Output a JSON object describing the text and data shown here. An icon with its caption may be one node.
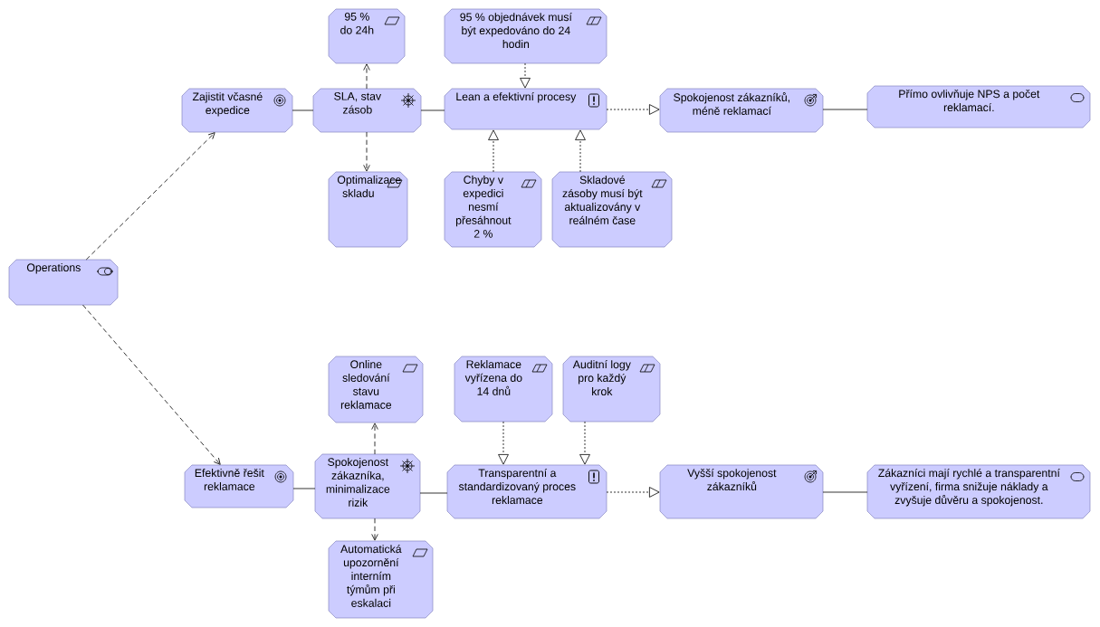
{
  "diagram": {
    "nodes": [
      {
        "text": [
          "Operations"
        ]
      },
      {
        "text": [
          "Zajistit včasné expedice"
        ]
      },
      {
        "text": [
          "SLA, stav zásob"
        ]
      },
      {
        "text": [
          "95 % do 24h"
        ]
      },
      {
        "text": [
          "Optimalizace skladu"
        ]
      },
      {
        "text": [
          "95 % objednávek musí být expedováno do 24 hodin"
        ]
      },
      {
        "text": [
          "Lean a efektivní procesy"
        ]
      },
      {
        "text": [
          "Chyby v expedici nesmí přesáhnout 2 %"
        ]
      },
      {
        "text": [
          "Skladové zásoby musí být aktualizovány v reálném čase"
        ]
      },
      {
        "text": [
          "Spokojenost zákazníků, méně reklamací"
        ]
      },
      {
        "text": [
          "Přímo ovlivňuje NPS a počet reklamací."
        ]
      },
      {
        "text": [
          "Efektivně řešit reklamace"
        ]
      },
      {
        "text": [
          "Spokojenost zákazníka, minimalizace rizik"
        ]
      },
      {
        "text": [
          "Online sledování stavu reklamace"
        ]
      },
      {
        "text": [
          "Automatická upozornění interním týmům při eskalaci"
        ]
      },
      {
        "text": [
          "Reklamace vyřízena do 14 dnů"
        ]
      },
      {
        "text": [
          "Auditní logy pro každý krok"
        ]
      },
      {
        "text": [
          "Transparentní a standardizovaný proces reklamace"
        ]
      },
      {
        "text": [
          "Vyšší spokojenost zákazníků"
        ]
      },
      {
        "text": [
          "Zákazníci mají rychlé a transparentní vyřízení, firma snižuje náklady a zvyšuje důvěru a spokojenost."
        ]
      }
    ],
    "edges": [
      {
        "from": 0,
        "to": 1,
        "arrow": "to",
        "style": "dashed"
      },
      {
        "from": 0,
        "to": 11,
        "arrow": "to",
        "style": "dashed"
      },
      {
        "from": 1,
        "to": 2,
        "arrow": "none"
      },
      {
        "from": 2,
        "to": 3,
        "arrow": "to",
        "style": "dashed"
      },
      {
        "from": 2,
        "to": 4,
        "arrow": "to",
        "style": "dashed"
      },
      {
        "from": 2,
        "to": 6,
        "arrow": "none"
      },
      {
        "from": 5,
        "to": 6,
        "arrow": "to",
        "style": "dashed"
      },
      {
        "from": 7,
        "to": 6,
        "arrow": "to",
        "style": "dashed"
      },
      {
        "from": 8,
        "to": 6,
        "arrow": "to",
        "style": "dashed"
      },
      {
        "from": 6,
        "to": 9,
        "arrow": "to",
        "style": "dashed"
      },
      {
        "from": 9,
        "to": 10,
        "arrow": "none"
      },
      {
        "from": 11,
        "to": 12,
        "arrow": "none"
      },
      {
        "from": 12,
        "to": 13,
        "arrow": "to",
        "style": "dashed"
      },
      {
        "from": 12,
        "to": 14,
        "arrow": "to",
        "style": "dashed"
      },
      {
        "from": 12,
        "to": 17,
        "arrow": "none"
      },
      {
        "from": 15,
        "to": 17,
        "arrow": "to",
        "style": "dashed"
      },
      {
        "from": 16,
        "to": 17,
        "arrow": "to",
        "style": "dashed"
      },
      {
        "from": 17,
        "to": 18,
        "arrow": "to",
        "style": "dashed"
      },
      {
        "from": 18,
        "to": 19,
        "arrow": "none"
      }
    ]
  }
}
